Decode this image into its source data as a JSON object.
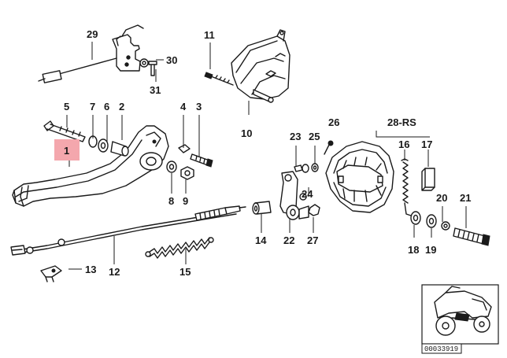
{
  "diagram": {
    "highlight_color": "#f4a7ad",
    "ink_color": "#1a1a1a",
    "highlighted_part": "1",
    "image_code": "00033919",
    "labels": {
      "p1": "1",
      "p2": "2",
      "p3": "3",
      "p4": "4",
      "p5": "5",
      "p6": "6",
      "p7": "7",
      "p8": "8",
      "p9": "9",
      "p10": "10",
      "p11": "11",
      "p12": "12",
      "p13": "13",
      "p14": "14",
      "p15": "15",
      "p16": "16",
      "p17": "17",
      "p18": "18",
      "p19": "19",
      "p20": "20",
      "p21": "21",
      "p22": "22",
      "p23": "23",
      "p24": "24",
      "p25": "25",
      "p26": "26",
      "p27": "27",
      "p28": "28-RS",
      "p29": "29",
      "p30": "30",
      "p31": "31"
    }
  }
}
